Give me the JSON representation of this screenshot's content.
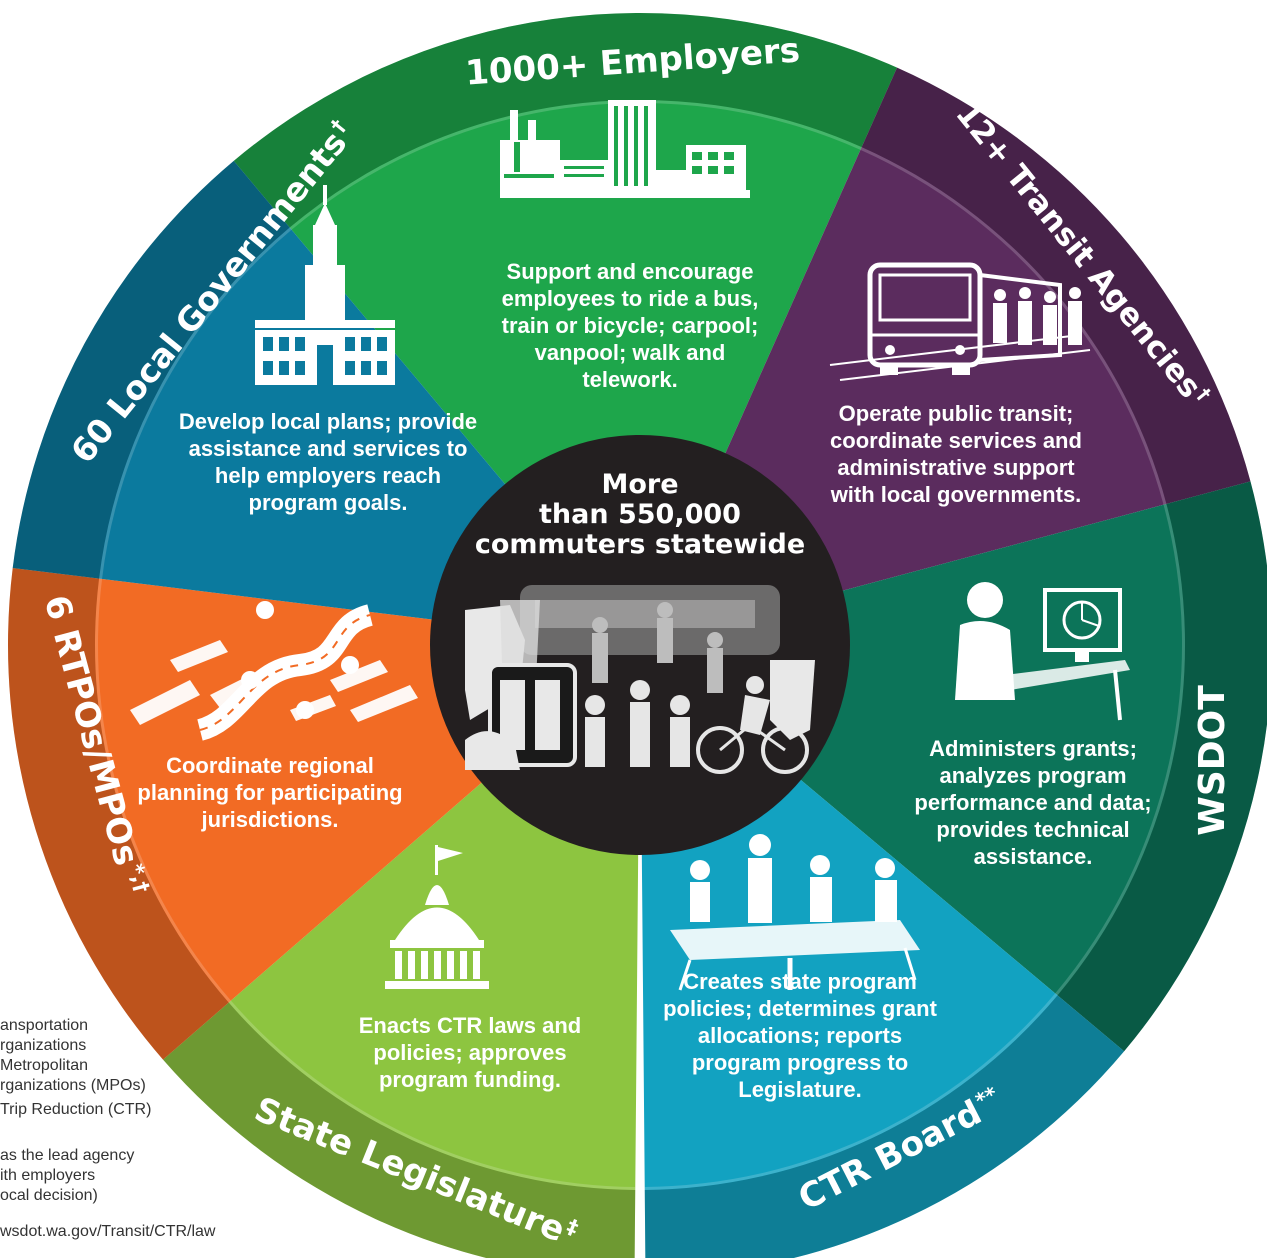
{
  "center": {
    "title": "More\nthan 550,000\ncommuters statewide"
  },
  "segments": [
    {
      "id": "employers",
      "title": "1000+ Employers",
      "mark": "",
      "color": "#1ea64b",
      "icon": "factory-icon",
      "text": "Support and encourage\nemployees to ride a bus,\ntrain or bicycle; carpool;\nvanpool; walk and\ntelework."
    },
    {
      "id": "transit",
      "title": "12+ Transit Agencies",
      "mark": "†",
      "color": "#5b2c5e",
      "icon": "bus-icon",
      "text": "Operate public transit;\ncoordinate services and\nadministrative support\nwith local governments."
    },
    {
      "id": "wsdot",
      "title": "WSDOT",
      "mark": "",
      "color": "#0c7459",
      "icon": "computer-worker-icon",
      "text": "Administers grants;\nanalyzes program\nperformance and data;\nprovides technical\nassistance."
    },
    {
      "id": "ctr-board",
      "title": "CTR Board",
      "mark": "**",
      "color": "#12a2c1",
      "icon": "meeting-icon",
      "text": "Creates state program\npolicies; determines grant\nallocations; reports\nprogram progress to\nLegislature."
    },
    {
      "id": "legislature",
      "title": "State Legislature",
      "mark": "‡",
      "color": "#8dc540",
      "icon": "capitol-icon",
      "text": "Enacts CTR laws and\npolicies; approves\nprogram funding."
    },
    {
      "id": "rtpo",
      "title": "6 RTPOs/MPOs",
      "mark": "*,†",
      "color": "#f26b24",
      "icon": "regional-map-icon",
      "text": "Coordinate regional\nplanning for participating\njurisdictions."
    },
    {
      "id": "local",
      "title": "60 Local Governments",
      "mark": "†",
      "color": "#0b7a9e",
      "icon": "city-hall-icon",
      "text": "Develop local plans; provide\nassistance and services to\nhelp employers reach\nprogram goals."
    }
  ],
  "footnotes": [
    "ansportation",
    "rganizations",
    "Metropolitan",
    "rganizations (MPOs)",
    "Trip Reduction (CTR)",
    "",
    "as the lead agency",
    "ith employers",
    "ocal decision)",
    "wsdot.wa.gov/Transit/CTR/law"
  ],
  "colors": {
    "center": "#231f20",
    "ring_shade": "rgba(0,0,0,0.22)"
  }
}
